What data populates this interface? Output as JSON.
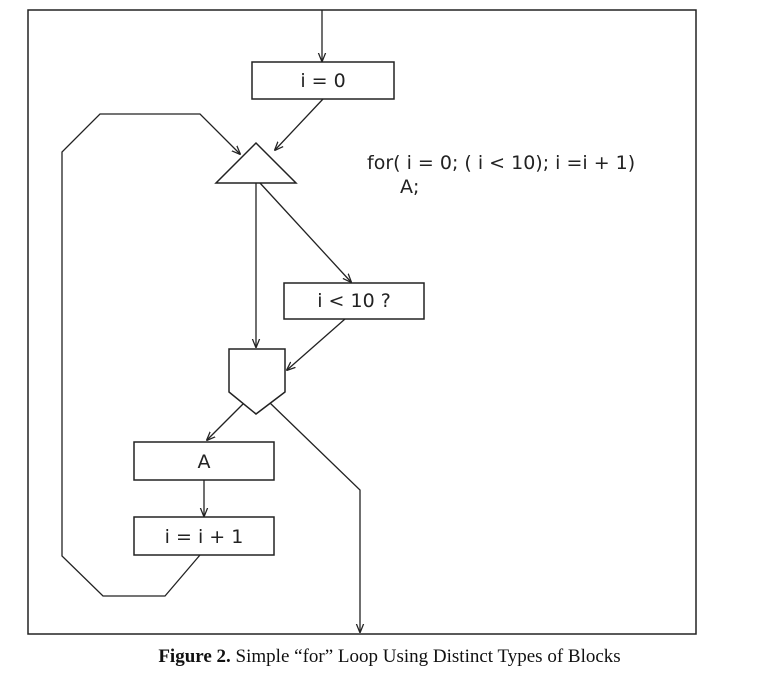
{
  "diagram": {
    "nodes": {
      "init": "i = 0",
      "condition": "i < 10 ?",
      "body": "A",
      "increment": "i = i + 1"
    },
    "code": {
      "line1": "for( i = 0; ( i < 10); i =i + 1)",
      "line2": "A;"
    }
  },
  "caption": {
    "number": "Figure 2.",
    "text": " Simple “for” Loop Using Distinct Types of Blocks"
  }
}
